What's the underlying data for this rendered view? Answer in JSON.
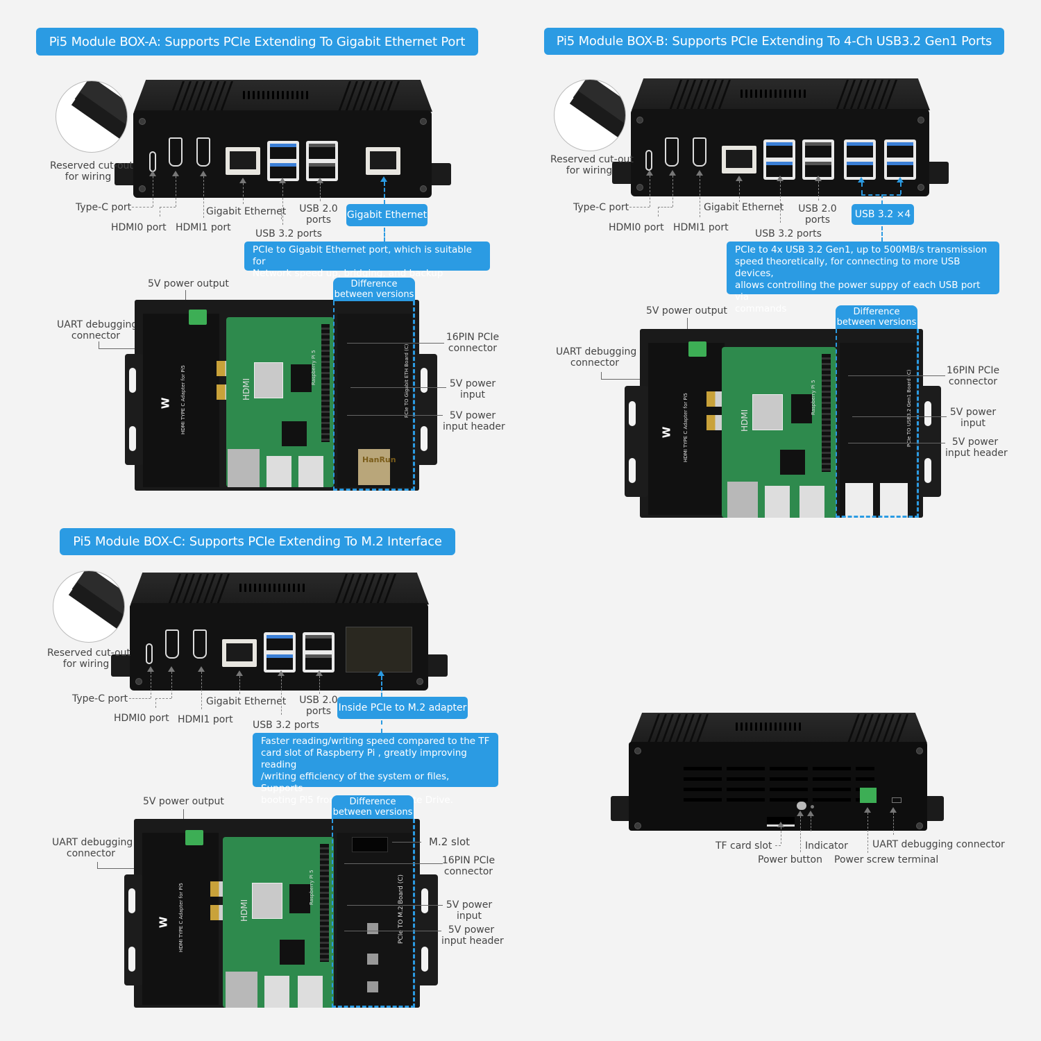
{
  "colors": {
    "accent": "#2b9be3",
    "background": "#f3f3f3",
    "enclosure": "#121212",
    "pcb_green": "#2e8a4d"
  },
  "box_a": {
    "title": "Pi5 Module BOX-A: Supports PCIe Extending To Gigabit Ethernet Port",
    "front": {
      "inset_label_1": "Reserved cut-out",
      "inset_label_2": "for wiring",
      "type_c": "Type-C port",
      "hdmi0": "HDMI0 port",
      "hdmi1": "HDMI1 port",
      "gigabit": "Gigabit Ethernet",
      "usb20_1": "USB 2.0",
      "usb20_2": "ports",
      "usb32": "USB 3.2 ports",
      "extra_tag": "Gigabit Ethernet",
      "extra_desc_1": "PCIe to Gigabit Ethernet port, which is suitable for",
      "extra_desc_2": "Network speed up, bridging, and backup"
    },
    "inside": {
      "power_out": "5V power output",
      "uart_1": "UART debugging",
      "uart_2": "connector",
      "diff_1": "Difference",
      "diff_2": "between versions",
      "pcie_1": "16PIN PCIe",
      "pcie_2": "connector",
      "pwr_in_1": "5V power",
      "pwr_in_2": "input",
      "pwr_hdr_1": "5V power",
      "pwr_hdr_2": "input header",
      "board_text": "PCIe TO Gigabit ETH Board (C)",
      "adapter_text": "HDMI TYPE C Adapter for Pi5",
      "pi_text": "Raspberry Pi 5",
      "hdmi_text": "HDMI",
      "eth_chip": "HanRun"
    }
  },
  "box_b": {
    "title": "Pi5 Module BOX-B: Supports PCIe Extending To 4-Ch USB3.2 Gen1 Ports",
    "front": {
      "inset_label_1": "Reserved cut-out",
      "inset_label_2": "for wiring",
      "type_c": "Type-C port",
      "hdmi0": "HDMI0 port",
      "hdmi1": "HDMI1 port",
      "gigabit": "Gigabit Ethernet",
      "usb20_1": "USB 2.0",
      "usb20_2": "ports",
      "usb32": "USB 3.2 ports",
      "extra_tag": "USB 3.2 ×4",
      "extra_desc_1": "PCIe to 4x USB 3.2 Gen1, up to 500MB/s transmission",
      "extra_desc_2": "speed theoretically, for connecting to more USB devices,",
      "extra_desc_3": "allows controlling the power suppy of each USB port via",
      "extra_desc_4": "commands"
    },
    "inside": {
      "power_out": "5V power output",
      "uart_1": "UART debugging",
      "uart_2": "connector",
      "diff_1": "Difference",
      "diff_2": "between versions",
      "pcie_1": "16PIN PCIe",
      "pcie_2": "connector",
      "pwr_in_1": "5V power",
      "pwr_in_2": "input",
      "pwr_hdr_1": "5V power",
      "pwr_hdr_2": "input header",
      "board_text": "PCIe TO USB3.2 Gen1 Board (C)",
      "adapter_text": "HDMI TYPE C Adapter for Pi5",
      "pi_text": "Raspberry Pi 5",
      "hdmi_text": "HDMI"
    }
  },
  "box_c": {
    "title": "Pi5 Module BOX-C: Supports PCIe Extending To M.2 Interface",
    "front": {
      "inset_label_1": "Reserved cut-out",
      "inset_label_2": "for wiring",
      "type_c": "Type-C port",
      "hdmi0": "HDMI0 port",
      "hdmi1": "HDMI1 port",
      "gigabit": "Gigabit Ethernet",
      "usb20_1": "USB 2.0",
      "usb20_2": "ports",
      "usb32": "USB 3.2 ports",
      "extra_tag": "Inside PCIe to M.2 adapter",
      "extra_desc_1": "Faster reading/writing speed compared to the TF",
      "extra_desc_2": "card slot of Raspberry Pi , greatly improving reading",
      "extra_desc_3": "/writing efficiency of the system or files, Supports",
      "extra_desc_4": "booting Pi5 from NVME Solid State Drive."
    },
    "inside": {
      "power_out": "5V power output",
      "uart_1": "UART debugging",
      "uart_2": "connector",
      "diff_1": "Difference",
      "diff_2": "between versions",
      "m2": "M.2 slot",
      "pcie_1": "16PIN PCIe",
      "pcie_2": "connector",
      "pwr_in_1": "5V power",
      "pwr_in_2": "input",
      "pwr_hdr_1": "5V power",
      "pwr_hdr_2": "input header",
      "board_text": "PCIe TO M.2 Board (C)",
      "adapter_text": "HDMI TYPE C Adapter for Pi5",
      "pi_text": "Raspberry Pi 5",
      "hdmi_text": "HDMI"
    }
  },
  "back_view": {
    "tf_card": "TF card slot",
    "indicator": "Indicator",
    "uart": "UART debugging connector",
    "power_button": "Power button",
    "power_terminal": "Power screw terminal"
  }
}
